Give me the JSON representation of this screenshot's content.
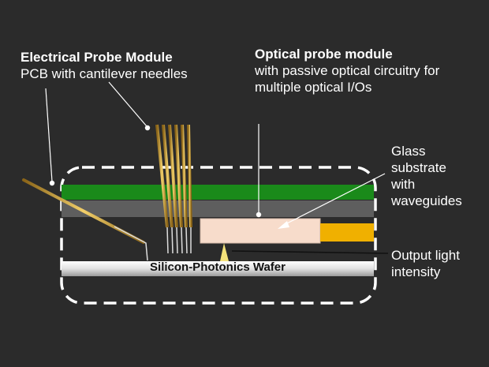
{
  "labels": {
    "electrical_title": "Electrical Probe Module",
    "electrical_sub": "PCB with cantilever needles",
    "optical_title": "Optical probe module",
    "optical_sub1": "with passive optical circuitry for",
    "optical_sub2": "multiple optical I/Os",
    "glass1": "Glass",
    "glass2": "substrate",
    "glass3": "with",
    "glass4": "waveguides",
    "output1": "Output light",
    "output2": "intensity",
    "wafer": "Silicon-Photonics Wafer"
  },
  "colors": {
    "background": "#2b2b2b",
    "pcb_green": "#1a8a1a",
    "board_gray": "#5e5e5e",
    "glass_block": "#f7dccb",
    "output_fiber": "#f0b000",
    "light_spot": "#f4e27a",
    "needle_gold": "#c9962e",
    "wafer_light": "#f4f4f4"
  }
}
